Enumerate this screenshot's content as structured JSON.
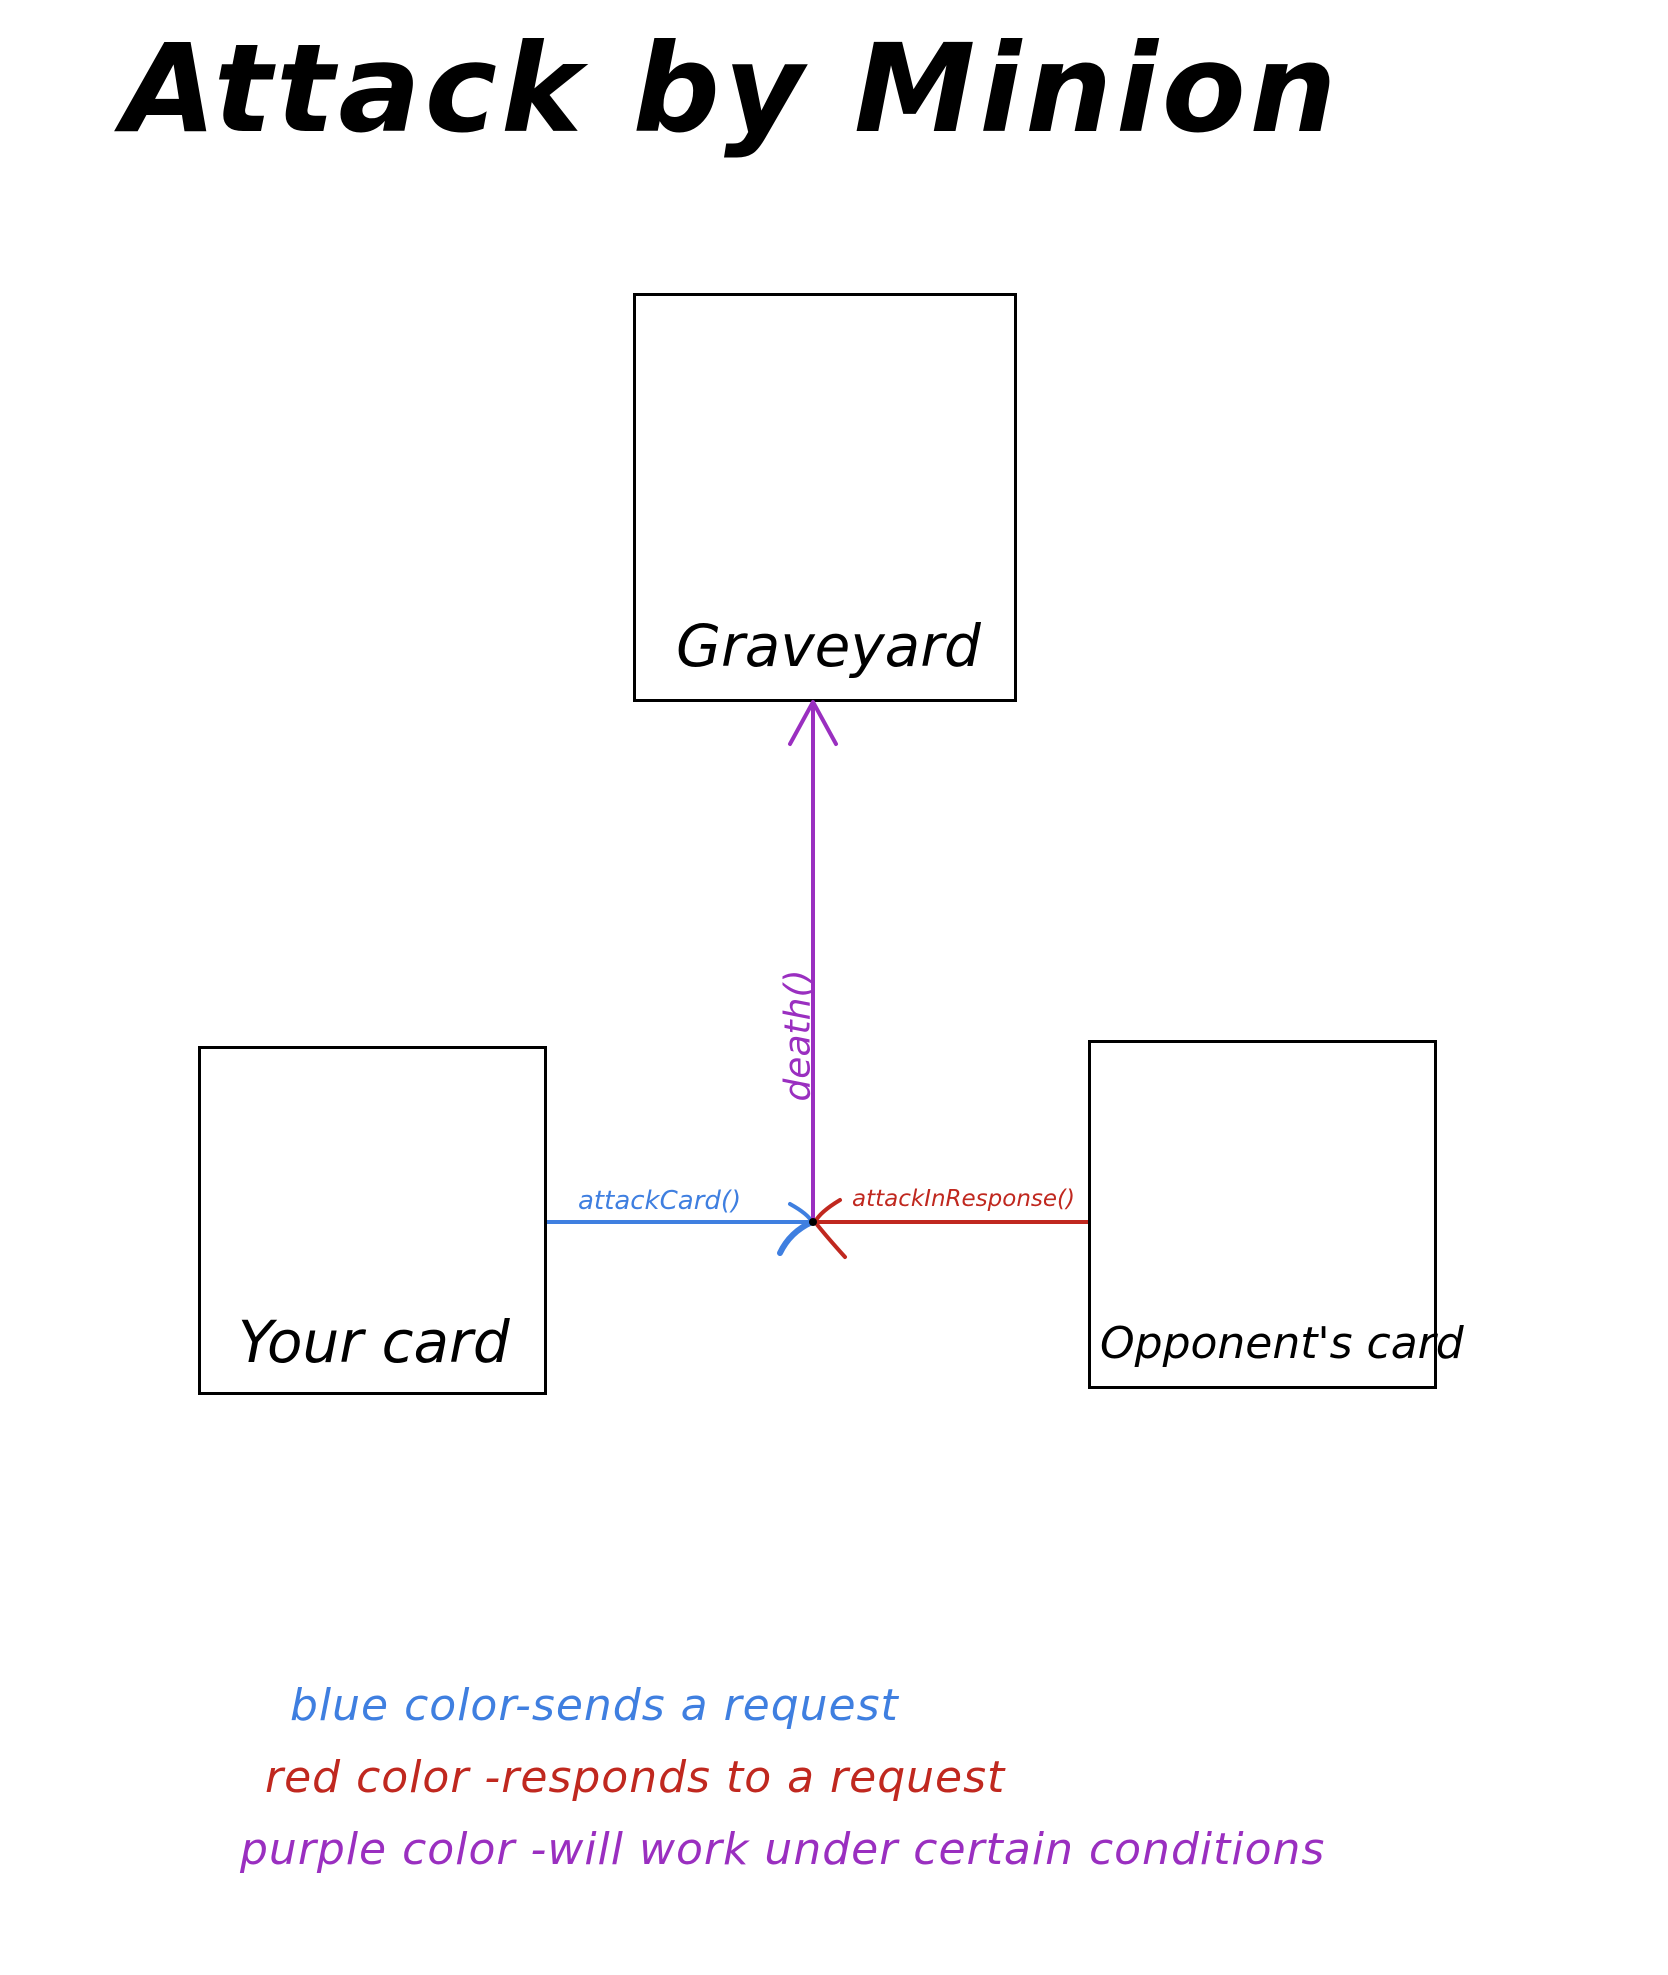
{
  "title": "Attack by Minion",
  "nodes": {
    "graveyard": "Graveyard",
    "your_card": "Your card",
    "opponent_card": "Opponent's card"
  },
  "edges": {
    "attack": "attackCard()",
    "response": "attackInResponse()",
    "death": "death()"
  },
  "legend": {
    "blue": "blue color-sends a request",
    "red": "red color -responds to a request",
    "purple": "purple color -will work under certain conditions"
  },
  "colors": {
    "blue": "#3f7fe0",
    "red": "#c0281f",
    "purple": "#9a2fc0",
    "ink": "#000000"
  }
}
